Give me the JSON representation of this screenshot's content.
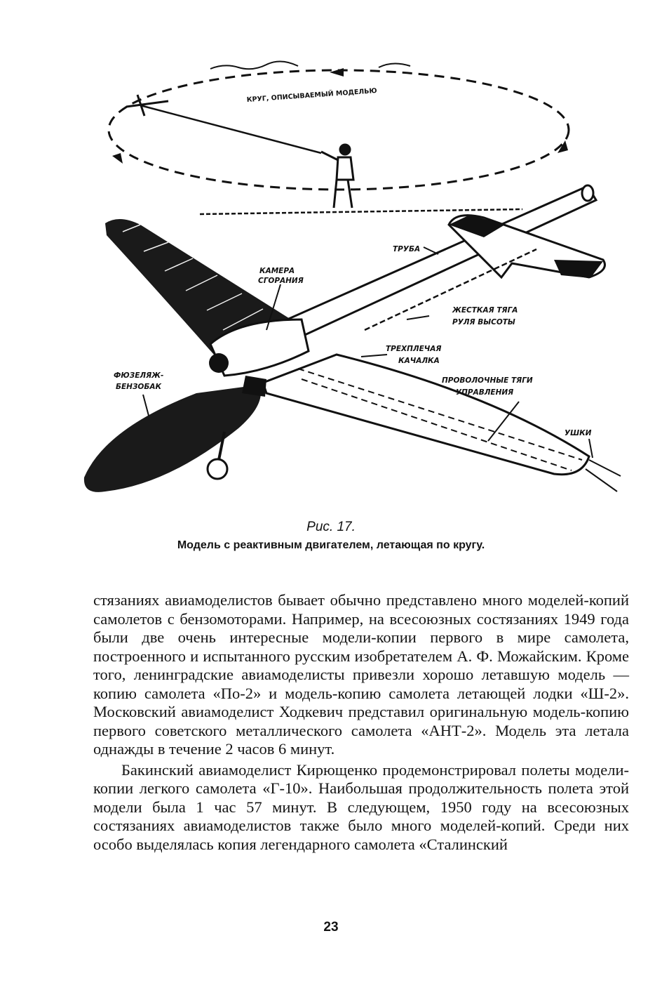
{
  "figure": {
    "labels": {
      "circle": "КРУГ, ОПИСЫВАЕМЫЙ МОДЕЛЬЮ",
      "tube": "ТРУБА",
      "chamber_1": "КАМЕРА",
      "chamber_2": "СГОРАНИЯ",
      "rod_1": "ЖЕСТКАЯ ТЯГА",
      "rod_2": "РУЛЯ ВЫСОТЫ",
      "rocker_1": "ТРЕХПЛЕЧАЯ",
      "rocker_2": "КАЧАЛКА",
      "tank_1": "ФЮЗЕЛЯЖ-",
      "tank_2": "БЕНЗОБАК",
      "wires_1": "ПРОВОЛОЧНЫЕ ТЯГИ",
      "wires_2": "УПРАВЛЕНИЯ",
      "lugs": "УШКИ"
    },
    "number": "Рис. 17.",
    "title": "Модель с реактивным двигателем, летающая по кругу."
  },
  "text": {
    "paragraph_1": "стязаниях авиамоделистов бывает обычно представлено много моделей-копий самолетов с бензомоторами. Например, на всесоюзных состязаниях 1949 года были две очень интересные модели-копии первого в мире самолета, построенного и испытанного русским изобретателем А. Ф. Можайским. Кроме того, ленинградские авиамоделисты привезли хорошо летавшую модель — копию самолета «По-2» и модель-копию самолета летающей лодки «Ш-2». Московский авиамоделист Ходкевич представил оригинальную модель-копию первого советского металлического самолета «АНТ-2». Модель эта летала однажды в течение 2 часов 6 минут.",
    "paragraph_2": "Бакинский авиамоделист Кирющенко продемонстрировал полеты модели-копии легкого самолета «Г-10». Наибольшая продолжительность полета этой модели была 1 час 57 минут. В следующем, 1950 году на всесоюзных состязаниях авиамоделистов также было много моделей-копий. Среди них особо выделялась копия легендарного самолета «Сталинский"
  },
  "page_number": "23"
}
